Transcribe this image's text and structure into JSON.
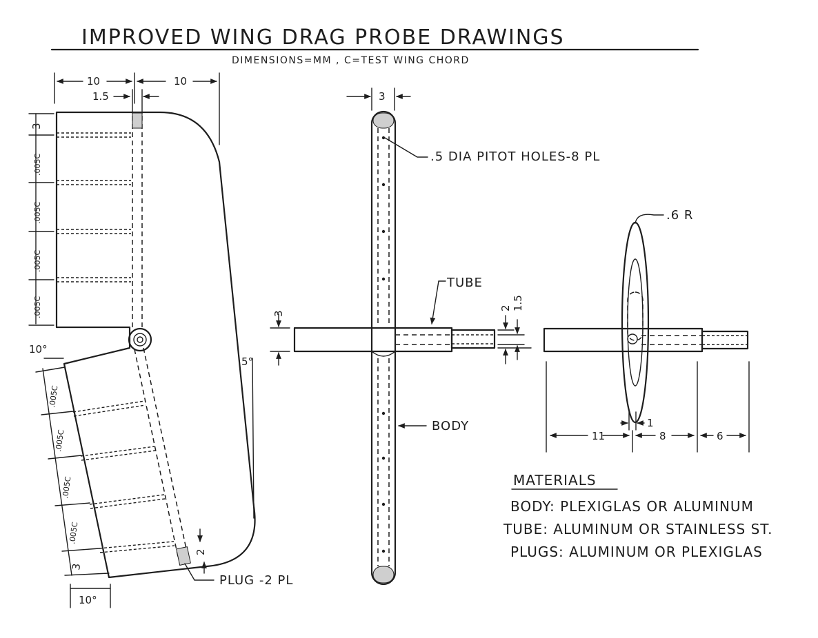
{
  "title": "IMPROVED WING DRAG PROBE DRAWINGS",
  "subtitle": "DIMENSIONS=MM , C=TEST WING CHORD",
  "side_view": {
    "dim_top_left": "10",
    "dim_top_right": "10",
    "dim_tube_width": "1.5",
    "dim_top_edge": "3",
    "dim_005c": ".005C",
    "dim_angle_mid": "10°",
    "dim_angle_right": "5°",
    "dim_bottom_edge": "3",
    "dim_angle_bottom": "10°",
    "dim_plug": "2",
    "plug_label": "PLUG -2 PL"
  },
  "front_view": {
    "dim_body_width": "3",
    "pitot_label": ".5 DIA PITOT HOLES-8 PL",
    "tube_label": "TUBE",
    "body_label": "BODY",
    "dim_tube_height": "3",
    "dim_tube_outer": "2",
    "dim_tube_inner": "1.5"
  },
  "end_view": {
    "radius_label": ".6 R",
    "dim_gap": "1",
    "dim_left": "11",
    "dim_middle": "8",
    "dim_right": "6"
  },
  "materials": {
    "heading": "MATERIALS",
    "body": "BODY: PLEXIGLAS OR ALUMINUM",
    "tube": "TUBE: ALUMINUM OR STAINLESS ST.",
    "plugs": "PLUGS: ALUMINUM OR PLEXIGLAS"
  }
}
